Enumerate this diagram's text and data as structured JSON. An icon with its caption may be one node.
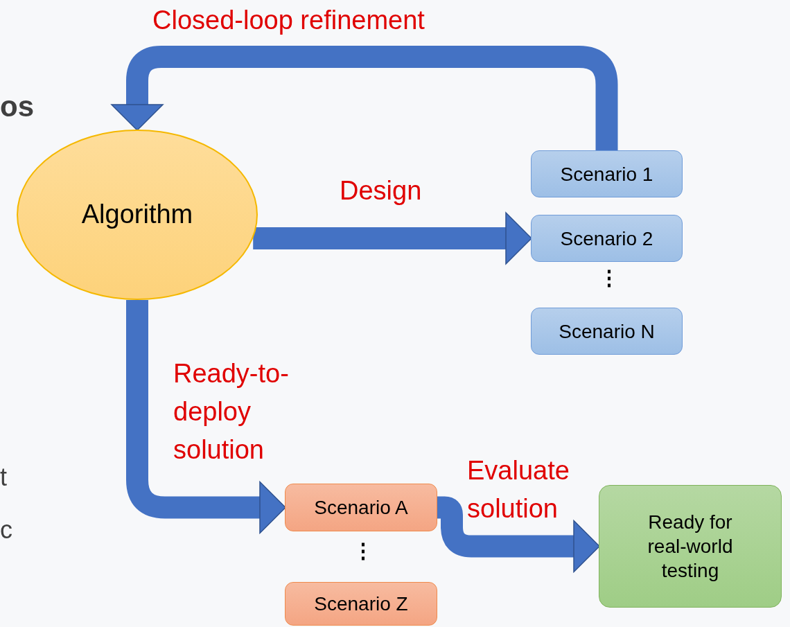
{
  "diagram": {
    "nodes": [
      {
        "text": [
          "Algorithm"
        ]
      },
      {
        "text": [
          "Scenario 1"
        ]
      },
      {
        "text": [
          "Scenario 2"
        ]
      },
      {
        "text": [
          "Scenario N"
        ]
      },
      {
        "text": [
          "Scenario A"
        ]
      },
      {
        "text": [
          "Scenario Z"
        ]
      },
      {
        "text": [
          "Ready for real-world testing"
        ]
      }
    ],
    "edges": [
      {
        "from": 1,
        "to": 0,
        "arrow": "to",
        "label": "Closed-loop refinement"
      },
      {
        "from": 0,
        "to": 2,
        "arrow": "to",
        "label": "Design"
      },
      {
        "from": 0,
        "to": 4,
        "arrow": "to",
        "label": "Ready-to-deploy solution"
      },
      {
        "from": 4,
        "to": 6,
        "arrow": "to",
        "label": "Evaluate solution"
      }
    ],
    "labels": [
      "os",
      "t",
      "c",
      "⋮",
      "⋮"
    ]
  }
}
